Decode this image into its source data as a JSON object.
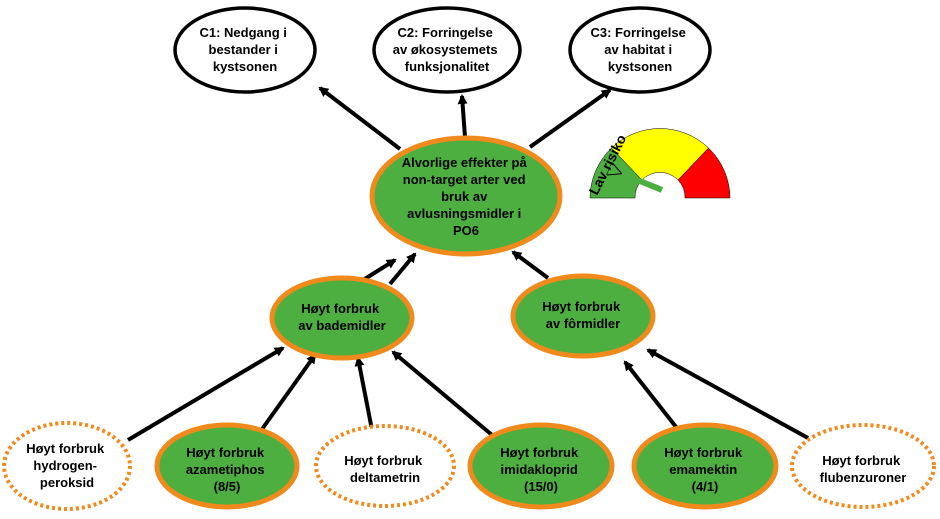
{
  "diagram": {
    "consequences": [
      {
        "id": "c1",
        "lines": [
          "C1: Nedgang i",
          "bestander i",
          "kystsonen"
        ]
      },
      {
        "id": "c2",
        "lines": [
          "C2: Forringelse",
          "av økosystemets",
          "funksjonalitet"
        ]
      },
      {
        "id": "c3",
        "lines": [
          "C3: Forringelse",
          "av habitat i",
          "kystsonen"
        ]
      }
    ],
    "central": {
      "id": "central",
      "lines": [
        "Alvorlige effekter på",
        "non-target arter ved",
        "bruk av",
        "avlusningsmidler i",
        "PO6"
      ]
    },
    "middle": [
      {
        "id": "bademidler",
        "lines": [
          "Høyt forbruk",
          "av bademidler"
        ]
      },
      {
        "id": "formidler",
        "lines": [
          "Høyt forbruk",
          "av fôrmidler"
        ]
      }
    ],
    "bottom": [
      {
        "id": "hydrogenperoksid",
        "lines": [
          "Høyt forbruk",
          "hydrogen-",
          "peroksid"
        ],
        "active": false
      },
      {
        "id": "azametiphos",
        "lines": [
          "Høyt forbruk",
          "azametiphos",
          "(8/5)"
        ],
        "active": true
      },
      {
        "id": "deltametrin",
        "lines": [
          "Høyt forbruk",
          "deltametrin"
        ],
        "active": false
      },
      {
        "id": "imidakloprid",
        "lines": [
          "Høyt forbruk",
          "imidakloprid",
          "(15/0)"
        ],
        "active": true
      },
      {
        "id": "emamektin",
        "lines": [
          "Høyt forbruk",
          "emamektin",
          "(4/1)"
        ],
        "active": true
      },
      {
        "id": "flubenzuroner",
        "lines": [
          "Høyt forbruk",
          "flubenzuroner"
        ],
        "active": false
      }
    ],
    "gauge": {
      "label": "Lav risiko",
      "level": "low",
      "colors": {
        "low": "#4caf3f",
        "medium": "#ffff00",
        "high": "#ff0000",
        "arrow": "#4caf3f"
      }
    },
    "colors": {
      "node_fill": "#4caf3f",
      "node_border": "#f08a1c",
      "consequence_border": "#000000",
      "arrow": "#000000"
    }
  }
}
